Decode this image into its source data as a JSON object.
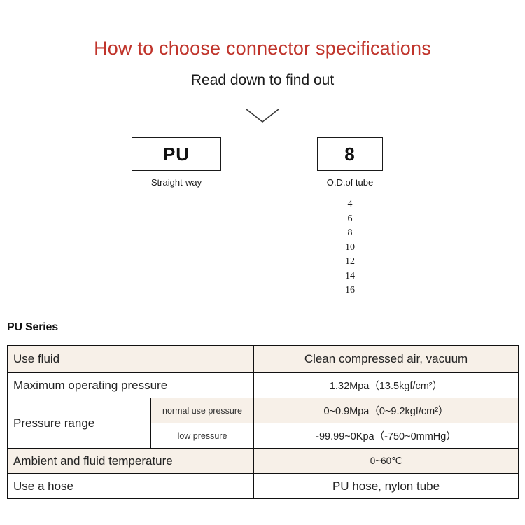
{
  "header": {
    "headline": "How to choose connector specifications",
    "subhead": "Read down to find out"
  },
  "icons": {
    "chevron": "chevron-down-icon"
  },
  "selector": {
    "series_box": {
      "code": "PU",
      "caption": "Straight-way"
    },
    "size_box": {
      "code": "8",
      "caption": "O.D.of tube"
    },
    "size_options": [
      "4",
      "6",
      "8",
      "10",
      "12",
      "14",
      "16"
    ]
  },
  "spec": {
    "title": "PU Series",
    "rows": [
      {
        "label": "Use fluid",
        "value": "Clean compressed air, vacuum",
        "shade": "beige"
      },
      {
        "label": "Maximum operating pressure",
        "value": "1.32Mpa（13.5kgf/cm²）",
        "shade": "white"
      },
      {
        "label": "Pressure range",
        "sub": "normal use pressure",
        "value": "0~0.9Mpa（0~9.2kgf/cm²）",
        "shade": "beige"
      },
      {
        "sub": "low pressure",
        "value": "-99.99~0Kpa（-750~0mmHg）",
        "shade": "white"
      },
      {
        "label": "Ambient and fluid temperature",
        "value": "0~60℃",
        "shade": "beige"
      },
      {
        "label": "Use a hose",
        "value": "PU hose, nylon tube",
        "shade": "white"
      }
    ]
  },
  "colors": {
    "accent_red": "#c0342b",
    "row_shade": "#f7f0e8",
    "border": "#111111"
  }
}
